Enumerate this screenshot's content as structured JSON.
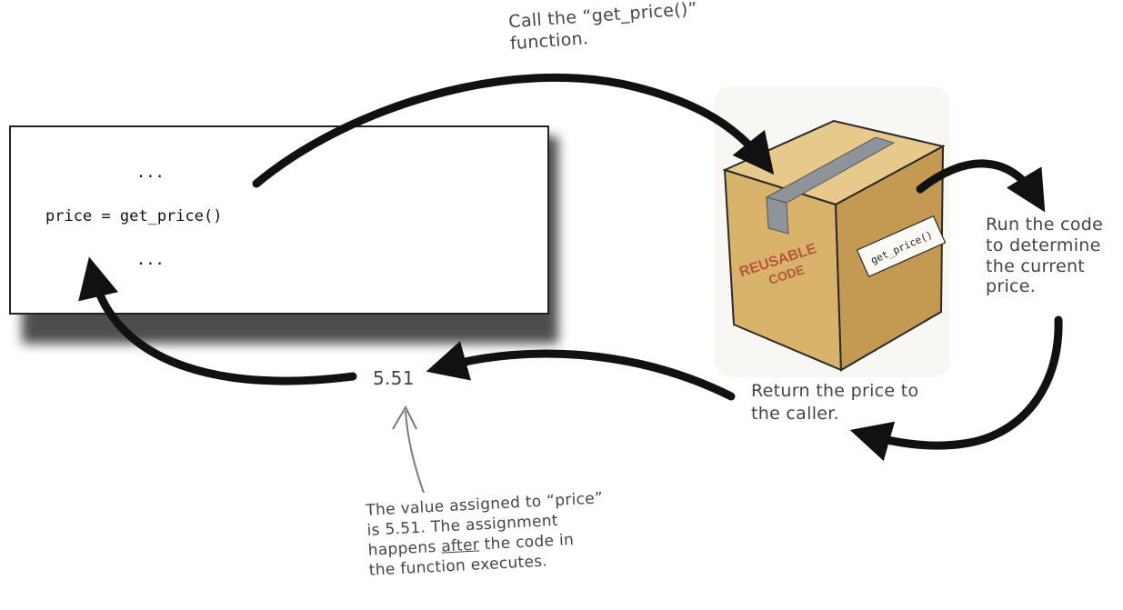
{
  "code": {
    "line1": "...",
    "line2": "price = get_price()",
    "line3": "..."
  },
  "box": {
    "stamp_line1": "REUSABLE",
    "stamp_line2": "CODE",
    "label": "get_price()"
  },
  "notes": {
    "call": [
      "Call the “get_price()”",
      "function."
    ],
    "run": [
      "Run the code",
      "to determine",
      "the current",
      "price."
    ],
    "return": [
      "Return the price to",
      "the caller."
    ],
    "value": "5.51",
    "assign_line1": "The value assigned to “price”",
    "assign_line2": "is 5.51. The assignment",
    "assign_line3_pre": "happens ",
    "assign_line3_u": "after",
    "assign_line3_post": " the code in",
    "assign_line4": "the function executes."
  },
  "colors": {
    "arrow": "#111111",
    "pointer": "#7a7a7a",
    "box_face": "#d9b36b",
    "box_side": "#c49a52",
    "tape": "#8d949a"
  }
}
